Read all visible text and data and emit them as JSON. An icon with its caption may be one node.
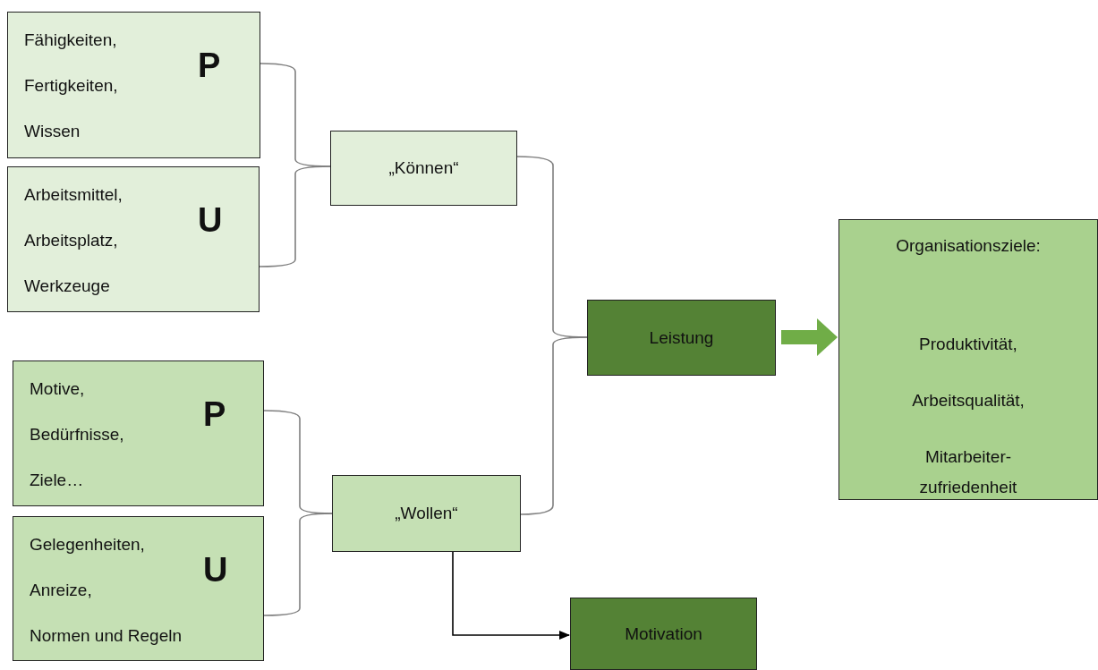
{
  "diagram": {
    "nodes": [
      {
        "text": [
          "Fähigkeiten,",
          "Fertigkeiten,",
          "Wissen",
          "P"
        ]
      },
      {
        "text": [
          "Arbeitsmittel,",
          "Arbeitsplatz,",
          "Werkzeuge",
          "U"
        ]
      },
      {
        "text": [
          "„Können“"
        ]
      },
      {
        "text": [
          "Motive,",
          "Bedürfnisse,",
          "Ziele…",
          "P"
        ]
      },
      {
        "text": [
          "Gelegenheiten,",
          "Anreize,",
          "Normen und Regeln",
          "U"
        ]
      },
      {
        "text": [
          "„Wollen“"
        ]
      },
      {
        "text": [
          "Leistung"
        ]
      },
      {
        "text": [
          "Organisationsziele:",
          "Produktivität,",
          "Arbeitsqualität,",
          "Mitarbeiter- zufriedenheit"
        ]
      },
      {
        "text": [
          "Motivation"
        ]
      }
    ],
    "edges": [
      {
        "from": 0,
        "to": 2,
        "arrow": "none"
      },
      {
        "from": 1,
        "to": 2,
        "arrow": "none"
      },
      {
        "from": 3,
        "to": 5,
        "arrow": "none"
      },
      {
        "from": 4,
        "to": 5,
        "arrow": "none"
      },
      {
        "from": 2,
        "to": 6,
        "arrow": "none"
      },
      {
        "from": 5,
        "to": 6,
        "arrow": "none"
      },
      {
        "from": 6,
        "to": 7,
        "arrow": "to",
        "style": "thick",
        "color": "#70ad47"
      },
      {
        "from": 5,
        "to": 8,
        "arrow": "to",
        "color": "#000000"
      }
    ]
  }
}
